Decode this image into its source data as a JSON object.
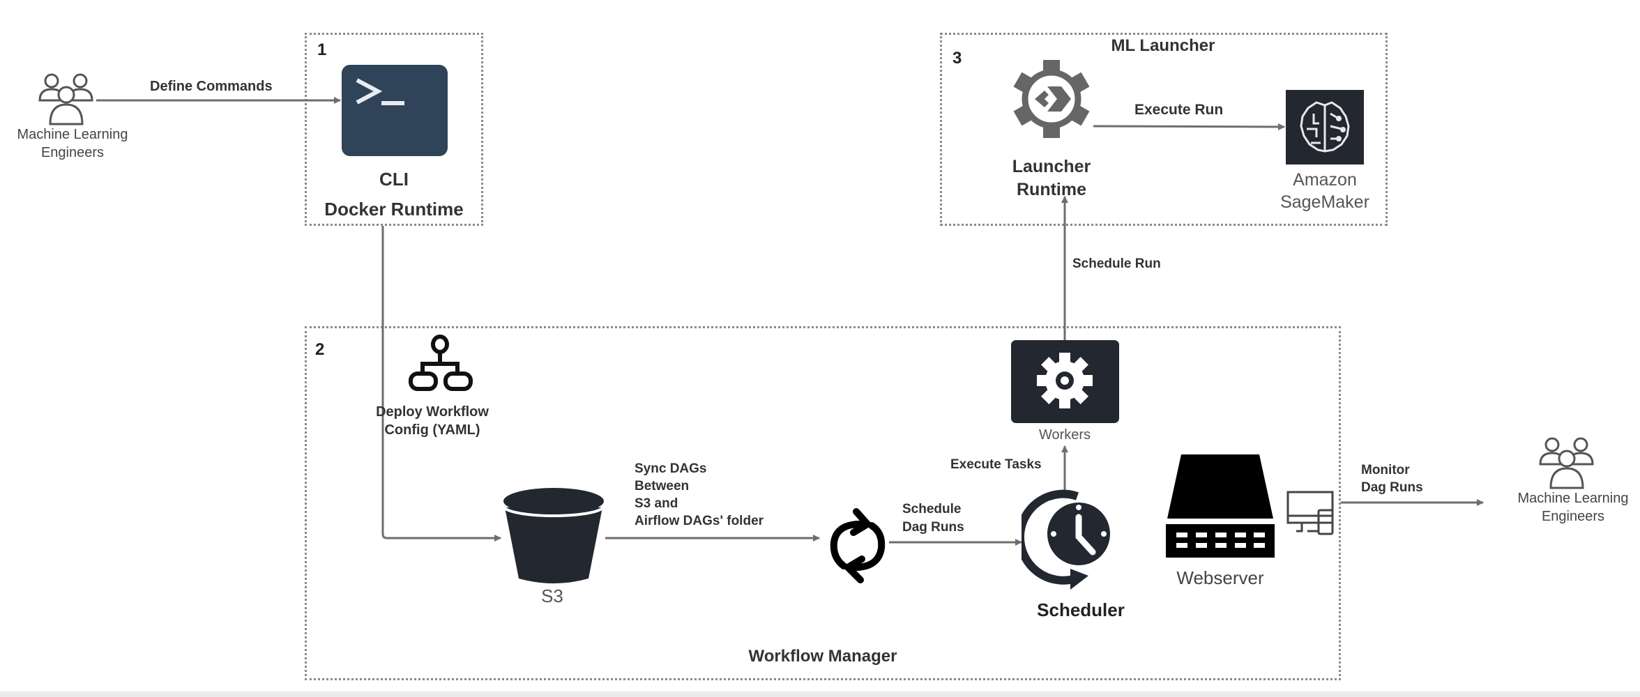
{
  "actors": {
    "left": {
      "label_line1": "Machine Learning",
      "label_line2": "Engineers",
      "icon": "users-icon"
    },
    "right": {
      "label_line1": "Machine Learning",
      "label_line2": "Engineers",
      "icon": "users-icon"
    }
  },
  "groups": {
    "cli": {
      "number": "1",
      "title": "CLI",
      "subtitle": "Docker Runtime",
      "icon": "terminal-icon"
    },
    "workflow_manager": {
      "number": "2",
      "title": "Workflow Manager"
    },
    "ml_launcher": {
      "number": "3",
      "title": "ML Launcher"
    }
  },
  "nodes": {
    "deploy_config": {
      "line1": "Deploy Workflow",
      "line2": "Config (YAML)",
      "icon": "hierarchy-icon"
    },
    "s3": {
      "label": "S3",
      "icon": "bucket-icon"
    },
    "sync": {
      "icon": "sync-icon"
    },
    "scheduler": {
      "label": "Scheduler",
      "icon": "clock-icon"
    },
    "workers": {
      "label": "Workers",
      "icon": "gear-icon"
    },
    "webserver": {
      "label": "Webserver",
      "icon": "server-icon"
    },
    "devices": {
      "icon": "monitor-devices-icon"
    },
    "launcher_runtime": {
      "line1": "Launcher",
      "line2": "Runtime",
      "icon": "launcher-gear-icon"
    },
    "sagemaker": {
      "line1": "Amazon",
      "line2": "SageMaker",
      "icon": "brain-icon"
    }
  },
  "edges": {
    "define_commands": "Define Commands",
    "sync_dags": [
      "Sync DAGs",
      "Between",
      "S3 and",
      "Airflow DAGs' folder"
    ],
    "schedule_dag_runs": [
      "Schedule",
      "Dag Runs"
    ],
    "execute_tasks": "Execute Tasks",
    "schedule_run": "Schedule Run",
    "execute_run": "Execute Run",
    "monitor_dag_runs": [
      "Monitor",
      "Dag Runs"
    ]
  },
  "colors": {
    "terminal_bg": "#2f4459",
    "icon_dark": "#232730",
    "line": "#6e6e6e",
    "box_border": "#8a8a8a"
  }
}
